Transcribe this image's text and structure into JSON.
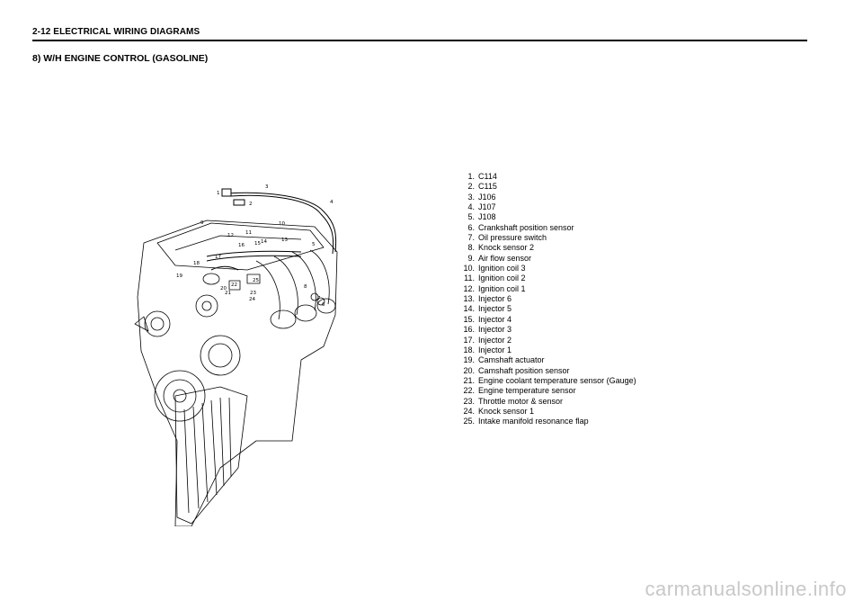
{
  "header": {
    "page_title": "2-12  ELECTRICAL WIRING DIAGRAMS"
  },
  "section": {
    "title": "8)  W/H ENGINE CONTROL (GASOLINE)"
  },
  "figure": {
    "callouts": [
      "1",
      "2",
      "3",
      "4",
      "5",
      "6",
      "7",
      "8",
      "9",
      "10",
      "11",
      "12",
      "13",
      "14",
      "15",
      "16",
      "17",
      "18",
      "19",
      "20",
      "21",
      "22",
      "23",
      "24",
      "25"
    ]
  },
  "legend": {
    "items": [
      {
        "num": "1.",
        "label": "C114"
      },
      {
        "num": "2.",
        "label": "C115"
      },
      {
        "num": "3.",
        "label": "J106"
      },
      {
        "num": "4.",
        "label": "J107"
      },
      {
        "num": "5.",
        "label": "J108"
      },
      {
        "num": "6.",
        "label": "Crankshaft  position  sensor"
      },
      {
        "num": "7.",
        "label": "Oil  pressure  switch"
      },
      {
        "num": "8.",
        "label": "Knock  sensor  2"
      },
      {
        "num": "9.",
        "label": "Air  flow  sensor"
      },
      {
        "num": "10.",
        "label": "Ignition  coil  3"
      },
      {
        "num": "11.",
        "label": "Ignition  coil  2"
      },
      {
        "num": "12.",
        "label": "Ignition  coil  1"
      },
      {
        "num": "13.",
        "label": "Injector  6"
      },
      {
        "num": "14.",
        "label": "Injector  5"
      },
      {
        "num": "15.",
        "label": "Injector  4"
      },
      {
        "num": "16.",
        "label": "Injector  3"
      },
      {
        "num": "17.",
        "label": "Injector  2"
      },
      {
        "num": "18.",
        "label": "Injector  1"
      },
      {
        "num": "19.",
        "label": "Camshaft  actuator"
      },
      {
        "num": "20.",
        "label": "Camshaft  position  sensor"
      },
      {
        "num": "21.",
        "label": "Engine  coolant  temperature  sensor  (Gauge)"
      },
      {
        "num": "22.",
        "label": "Engine  temperature  sensor"
      },
      {
        "num": "23.",
        "label": "Throttle  motor  &  sensor"
      },
      {
        "num": "24.",
        "label": "Knock  sensor  1"
      },
      {
        "num": "25.",
        "label": "Intake  manifold  resonance  flap"
      }
    ]
  },
  "watermark": {
    "text": "carmanualsonline.info"
  }
}
